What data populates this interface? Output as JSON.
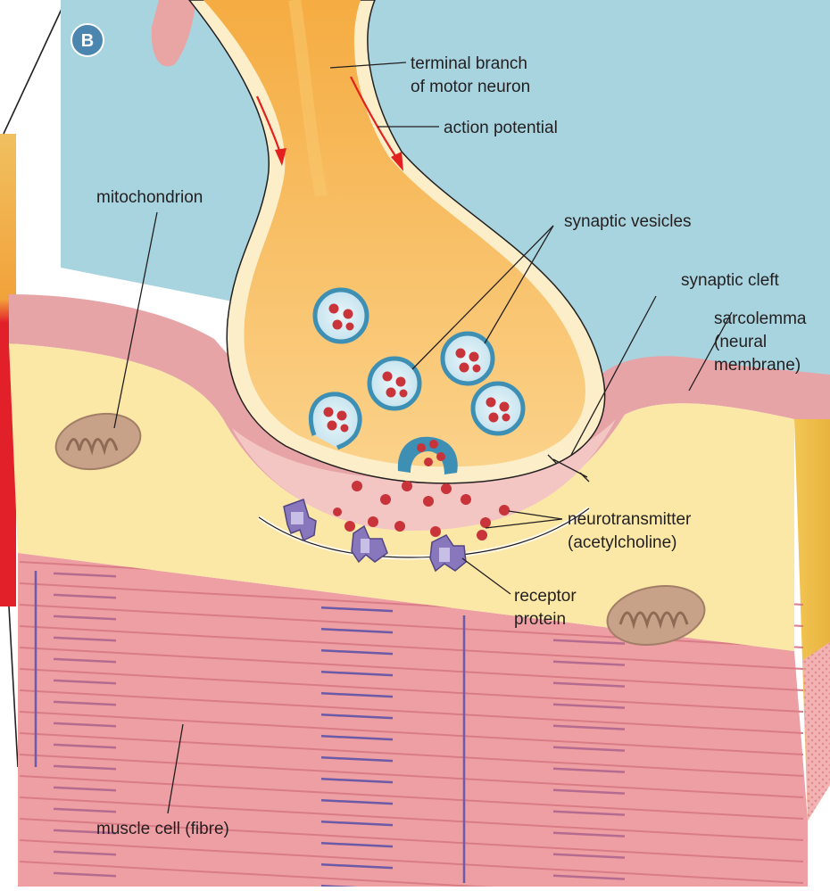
{
  "badge": {
    "letter": "B"
  },
  "labels": {
    "terminal_branch_line1": "terminal branch",
    "terminal_branch_line2": "of motor neuron",
    "action_potential": "action potential",
    "mitochondrion": "mitochondrion",
    "synaptic_vesicles": "synaptic vesicles",
    "synaptic_cleft": "synaptic cleft",
    "sarcolemma_line1": "sarcolemma",
    "sarcolemma_line2": "(neural",
    "sarcolemma_line3": "membrane)",
    "neurotransmitter_line1": "neurotransmitter",
    "neurotransmitter_line2": "(acetylcholine)",
    "receptor_line1": "receptor",
    "receptor_line2": "protein",
    "muscle_cell": "muscle cell (fibre)"
  },
  "colors": {
    "background_blue": "#a8d4e0",
    "neuron_orange": "#f6ad3c",
    "membrane_cream": "#fbeec8",
    "cytoplasm_yellow": "#fbe7a1",
    "sarcolemma_pink": "#e8a3a6",
    "muscle_pink": "#ee9aa0",
    "vesicle_blue": "#3e8fb4",
    "neurotransmitter_red": "#c8343a",
    "receptor_purple": "#7d6bb0",
    "arrow_red": "#e3211f",
    "badge_blue": "#4a86b0"
  }
}
